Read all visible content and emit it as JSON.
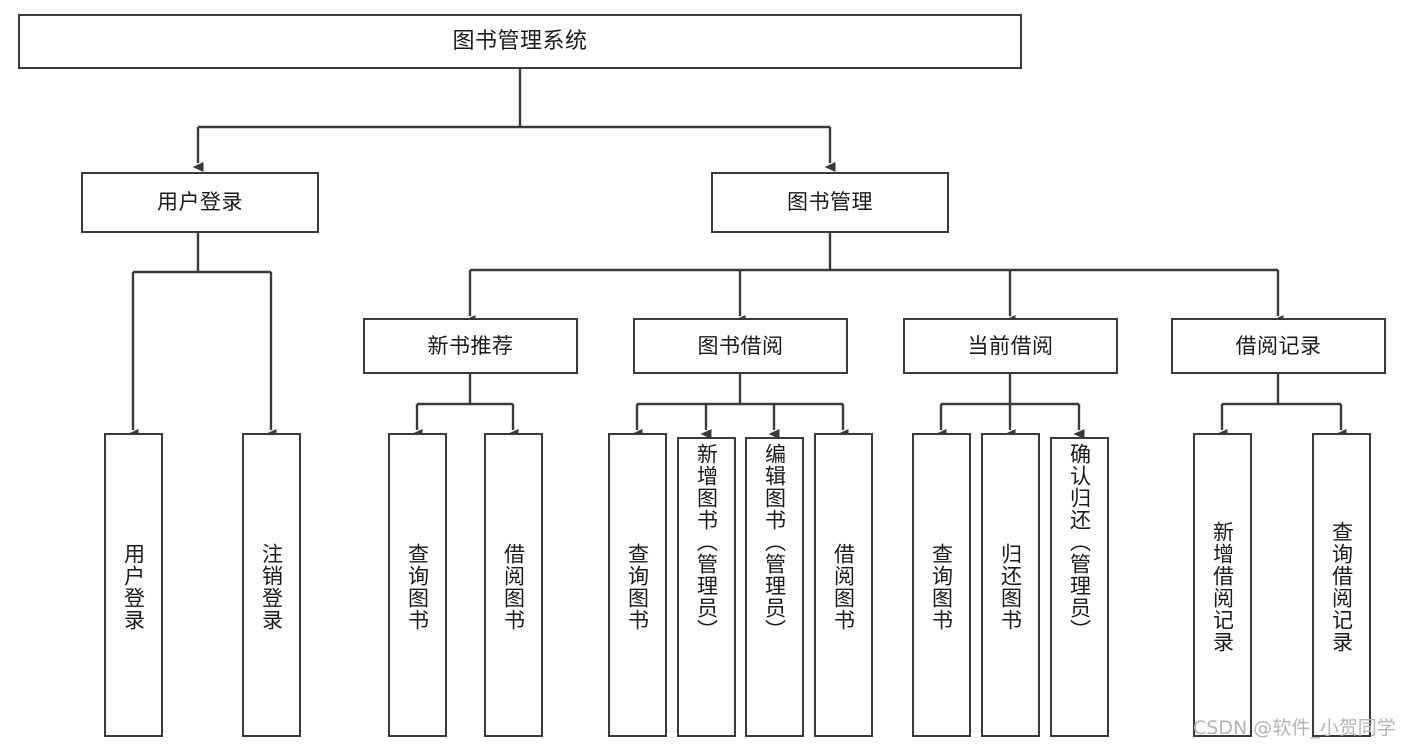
{
  "diagram": {
    "type": "tree",
    "title": "图书管理系统",
    "orientation": "top-down",
    "levels": 4,
    "colors": {
      "box_border": "#3a3a3a",
      "box_fill": "#ffffff",
      "connector": "#3a3a3a",
      "text": "#1a1a1a",
      "watermark": "#b4b4b4",
      "background": "#ffffff"
    }
  },
  "nodes": {
    "root": {
      "label": "图书管理系统"
    },
    "level2": [
      {
        "id": "user-login",
        "label": "用户登录"
      },
      {
        "id": "book-manage",
        "label": "图书管理"
      }
    ],
    "level3": [
      {
        "id": "new-book-recommend",
        "label": "新书推荐"
      },
      {
        "id": "book-borrow",
        "label": "图书借阅"
      },
      {
        "id": "current-borrow",
        "label": "当前借阅"
      },
      {
        "id": "borrow-record",
        "label": "借阅记录"
      }
    ],
    "leaves": {
      "user-login": [
        {
          "id": "leaf-user-login",
          "label": "用户登录"
        },
        {
          "id": "leaf-logout-login",
          "label": "注销登录"
        }
      ],
      "new-book-recommend": [
        {
          "id": "leaf-query-book-1",
          "label": "查询图书"
        },
        {
          "id": "leaf-borrow-book-1",
          "label": "借阅图书"
        }
      ],
      "book-borrow": [
        {
          "id": "leaf-query-book-2",
          "label": "查询图书"
        },
        {
          "id": "leaf-add-book",
          "label": "新增图书（管理员）"
        },
        {
          "id": "leaf-edit-book",
          "label": "编辑图书（管理员）"
        },
        {
          "id": "leaf-borrow-book-2",
          "label": "借阅图书"
        }
      ],
      "current-borrow": [
        {
          "id": "leaf-query-book-3",
          "label": "查询图书"
        },
        {
          "id": "leaf-return-book",
          "label": "归还图书"
        },
        {
          "id": "leaf-confirm-return",
          "label": "确认归还（管理员）"
        }
      ],
      "borrow-record": [
        {
          "id": "leaf-add-record",
          "label": "新增借阅记录"
        },
        {
          "id": "leaf-query-record",
          "label": "查询借阅记录"
        }
      ]
    }
  },
  "watermark": {
    "text": "CSDN @软件_小贺同学"
  }
}
